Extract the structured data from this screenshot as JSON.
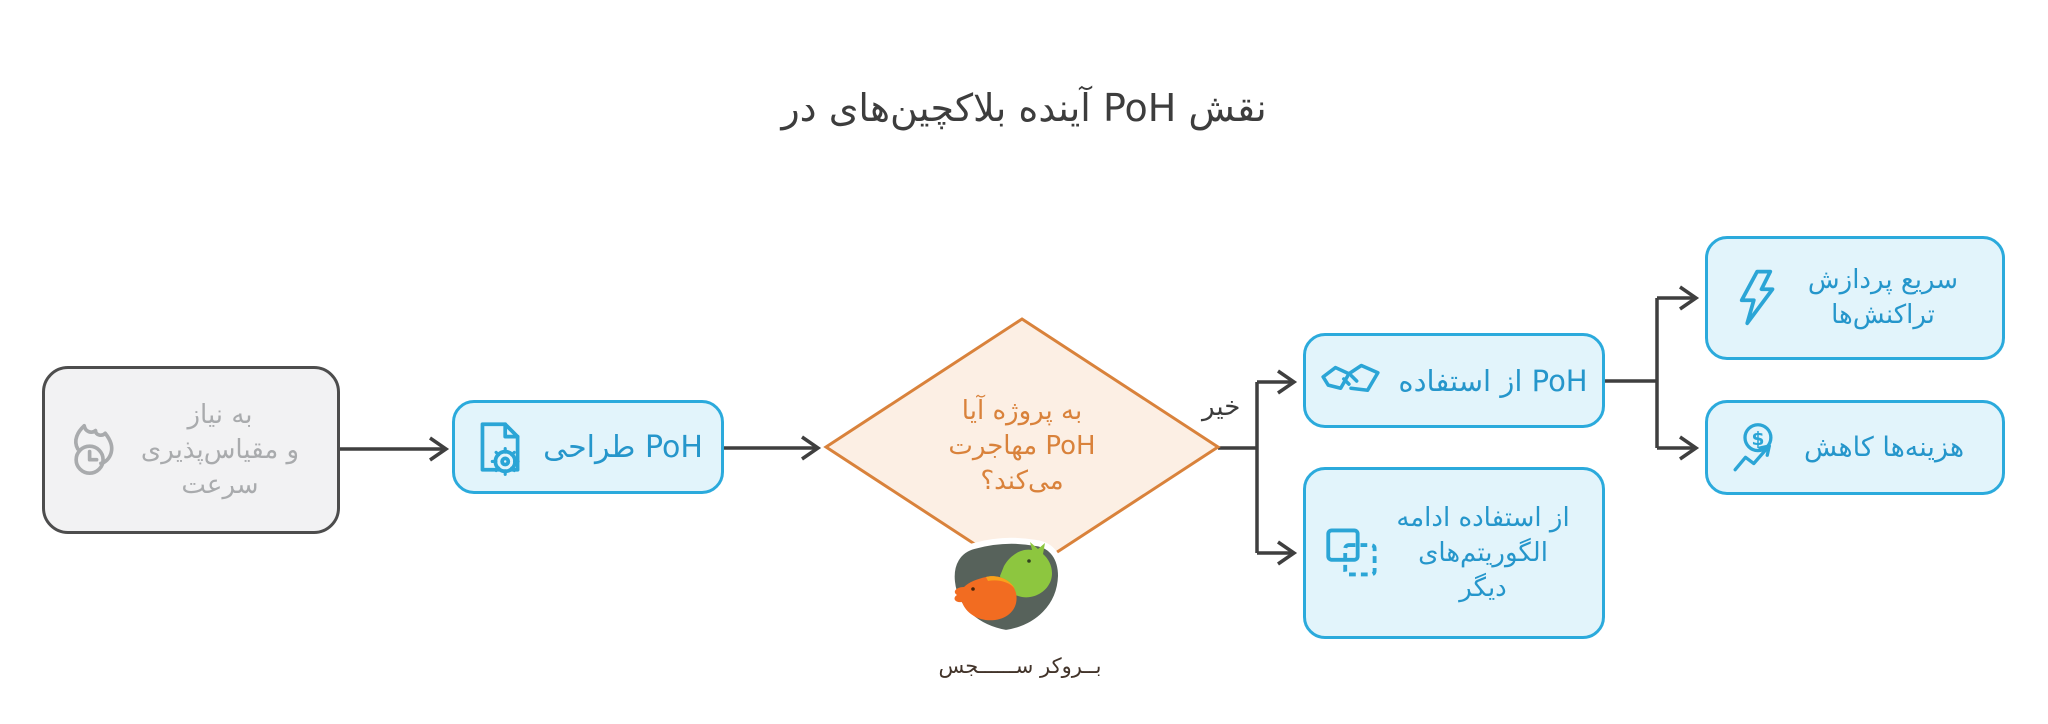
{
  "title": "در‎ بلاکچین‌های‎ آینده‎ PoH نقش‎",
  "colors": {
    "node_border": "#2baadc",
    "node_fill": "#e2f4fb",
    "node_text": "#2596cb",
    "decision_border": "#d9823b",
    "decision_fill": "#fcefe4",
    "decision_text": "#d9823b",
    "start_border": "#4d4d4d",
    "start_fill": "#f2f2f3",
    "start_text": "#a9abad",
    "connector": "#3f3f3f",
    "logo_green": "#8dc63f",
    "logo_orange": "#f26c21"
  },
  "nodes": {
    "need_scalability": {
      "icon": "flame-clock-icon",
      "lines": [
        "نیاز‎ به‎",
        "مقیاس‌پذیری‎ و‎",
        "سرعت‎"
      ]
    },
    "design_poh": {
      "icon": "document-gear-icon",
      "label": "طراحی‎ PoH"
    },
    "decision_migrate": {
      "lines": [
        "آیا‎ پروژه‎ به‎",
        "مهاجرت‎ PoH",
        "می‌کند؟‎"
      ]
    },
    "use_poh": {
      "icon": "handshake-icon",
      "label": "استفاده‎ از‎ PoH"
    },
    "continue_other_algorithms": {
      "icon": "overlapping-squares-icon",
      "lines": [
        "ادامه‎ استفاده‎ از‎",
        "الگوریتم‌های‎",
        "دیگر‎"
      ]
    },
    "fast_transaction_processing": {
      "icon": "lightning-bolt-icon",
      "lines": [
        "پردازش‎ سریع‎",
        "تراکنش‌ها‎"
      ]
    },
    "cost_reduction": {
      "icon": "dollar-growth-icon",
      "label": "کاهش‎ هزینه‌ها‎"
    }
  },
  "edges": {
    "no_label": "خیر"
  },
  "logo": {
    "icon": "bull-bear-logo",
    "caption": "ســــــجس‎ بــروکر‎"
  }
}
